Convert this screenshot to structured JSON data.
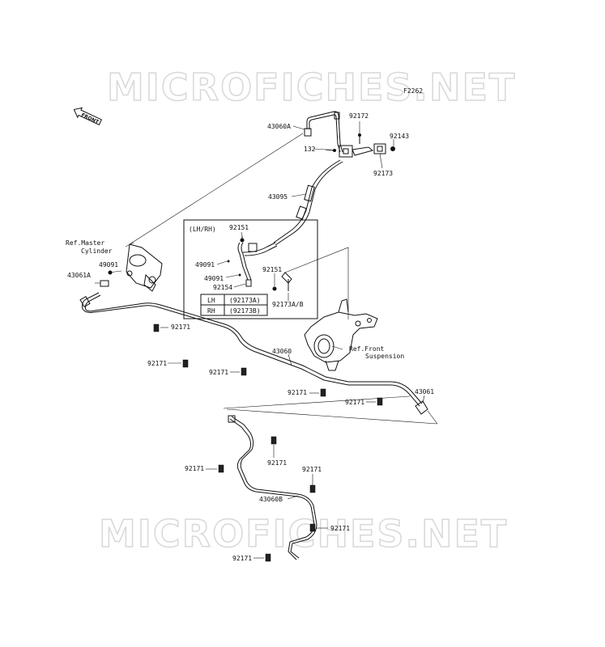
{
  "watermark": "MICROFICHES.NET",
  "figure_code": "F2262",
  "front_label": "FRONT",
  "inset_title": "(LH/RH)",
  "inset_table": [
    {
      "side": "LH",
      "part": "(92173A)"
    },
    {
      "side": "RH",
      "part": "(92173B)"
    }
  ],
  "refs": {
    "master_cylinder_line1": "Ref.Master",
    "master_cylinder_line2": "Cylinder",
    "front_suspension_line1": "Ref.Front",
    "front_suspension_line2": "Suspension"
  },
  "parts": {
    "p43060A": "43060A",
    "p92172": "92172",
    "p92143": "92143",
    "p132": "132",
    "p92173": "92173",
    "p43095": "43095",
    "p92151a": "92151",
    "p49091a": "49091",
    "p43061A": "43061A",
    "p49091b": "49091",
    "p49091c": "49091",
    "p92154": "92154",
    "p92151b": "92151",
    "p92173AB": "92173A/B",
    "p92171a": "92171",
    "p43060": "43060",
    "p92171b": "92171",
    "p92171c": "92171",
    "p92171d": "92171",
    "p92171e": "92171",
    "p43061": "43061",
    "p92171f": "92171",
    "p92171g": "92171",
    "p92171h": "92171",
    "p43060B": "43060B",
    "p92171i": "92171",
    "p92171j": "92171"
  }
}
